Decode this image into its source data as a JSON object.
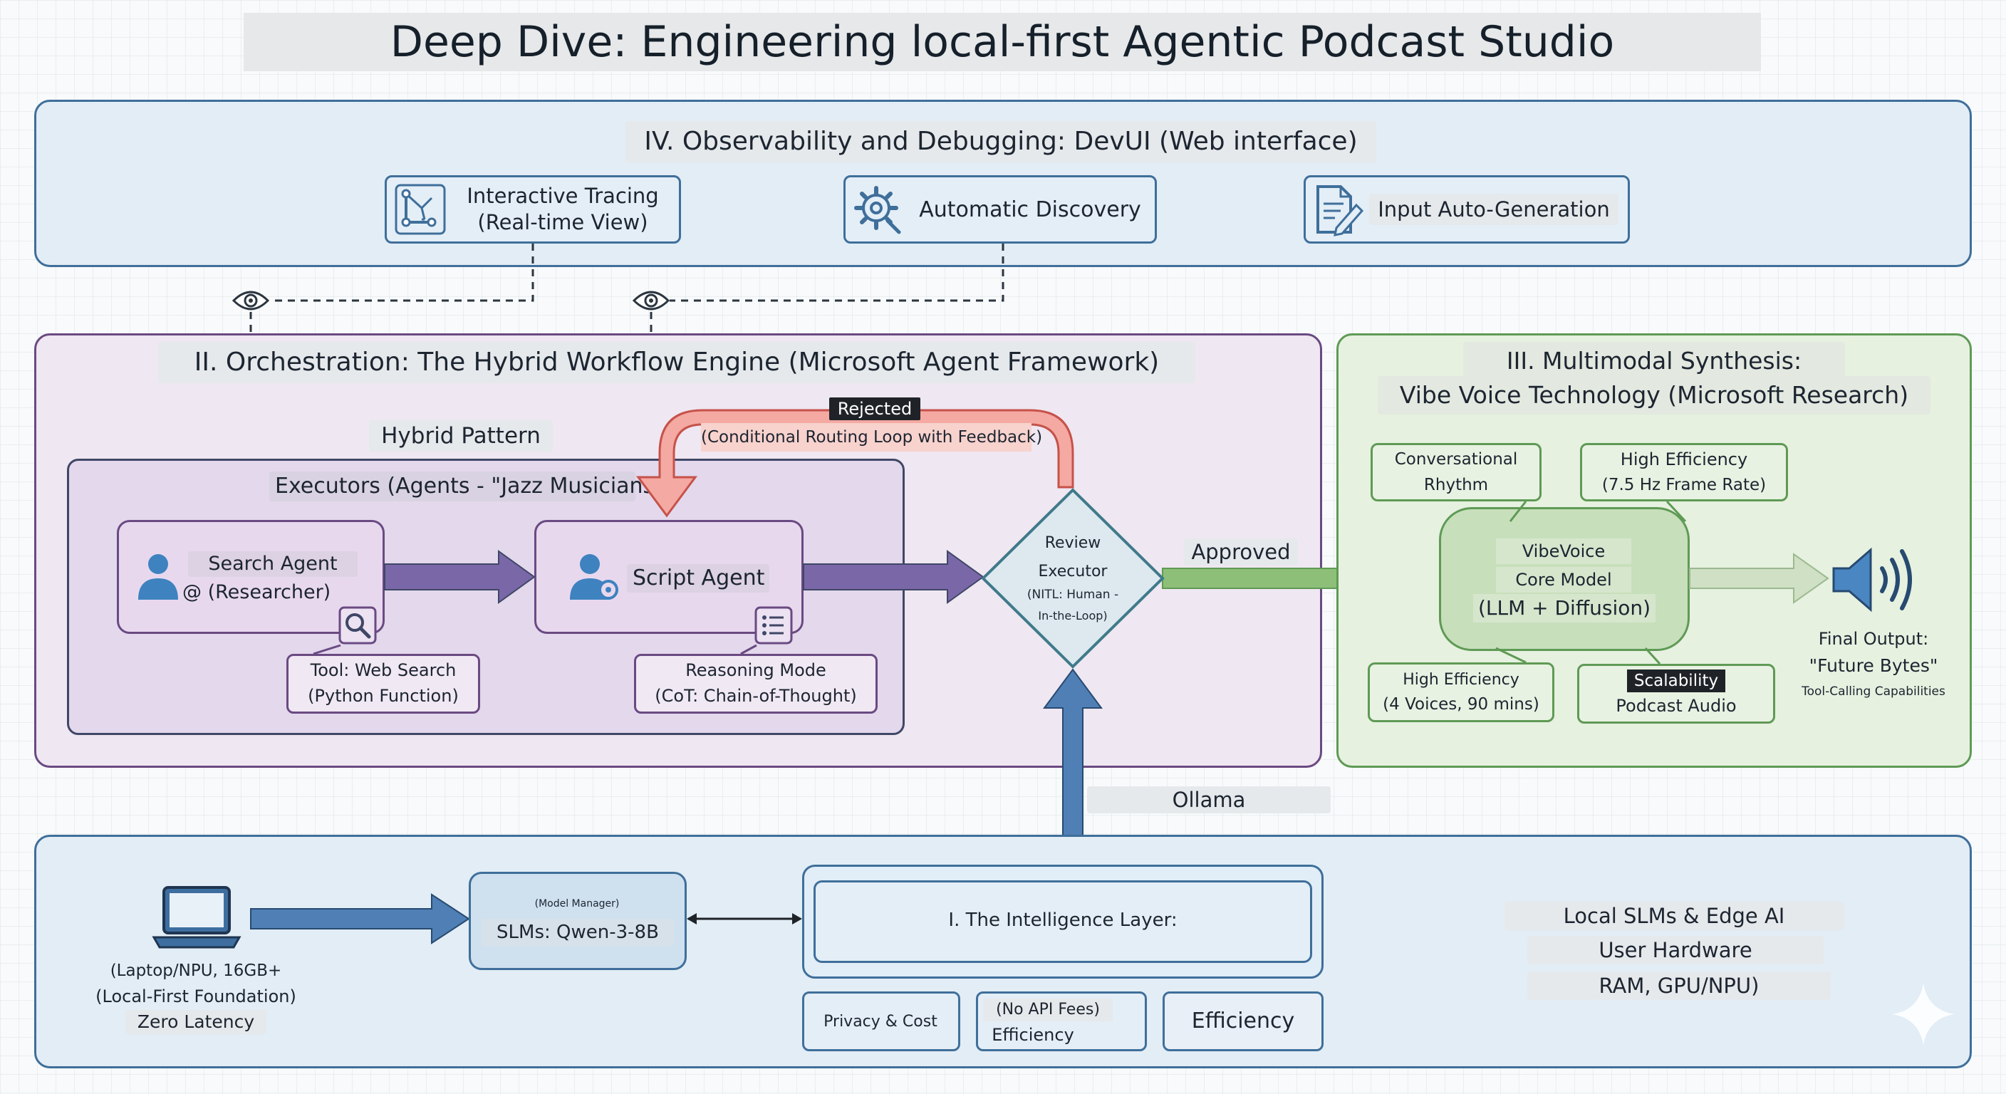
{
  "title": "Deep Dive: Engineering local-first Agentic Podcast Studio",
  "observability": {
    "heading": "IV. Observability and Debugging: DevUI (Web interface)",
    "tracing_line1": "Interactive Tracing",
    "tracing_line2": "(Real-time View)",
    "discovery": "Automatic Discovery",
    "autogen": "Input Auto-Generation"
  },
  "orchestration": {
    "heading": "II. Orchestration: The Hybrid Workflow Engine (Microsoft Agent Framework)",
    "hybrid_pattern": "Hybrid Pattern",
    "executors_heading": "Executors (Agents - \"Jazz Musicians\")",
    "search_agent_line1": "Search Agent",
    "search_agent_line2": "@ (Researcher)",
    "script_agent": "Script Agent",
    "tool_line1": "Tool: Web Search",
    "tool_line2": "(Python Function)",
    "reasoning_line1": "Reasoning Mode",
    "reasoning_line2": "(CoT: Chain-of-Thought)",
    "rejected": "Rejected",
    "loop_label": "(Conditional Routing Loop with Feedback)",
    "review_line1": "Review",
    "review_line2": "Executor",
    "review_line3": "(NITL: Human -",
    "review_line4": "In-the-Loop)",
    "approved": "Approved"
  },
  "synthesis": {
    "heading_line1": "III. Multimodal Synthesis:",
    "heading_line2": "Vibe Voice Technology (Microsoft Research)",
    "conv_line1": "Conversational",
    "conv_line2": "Rhythm",
    "he1_line1": "High Efficiency",
    "he1_line2": "(7.5 Hz Frame Rate)",
    "core_line1": "VibeVoice",
    "core_line2": "Core Model",
    "core_line3": "(LLM + Diffusion)",
    "he2_line1": "High Efficiency",
    "he2_line2": "(4 Voices, 90 mins)",
    "scal_line1": "Scalability",
    "scal_line2": "Podcast Audio",
    "final_line1": "Final Output:",
    "final_line2": "\"Future Bytes\"",
    "final_line3": "Tool-Calling Capabilities"
  },
  "intelligence": {
    "ollama": "Ollama",
    "laptop_line1": "(Laptop/NPU, 16GB+",
    "laptop_line2": "(Local-First Foundation)",
    "laptop_line3": "Zero Latency",
    "model_manager": "(Model Manager)",
    "slm": "SLMs: Qwen-3-8B",
    "layer_title": "I. The Intelligence Layer:",
    "privacy": "Privacy & Cost",
    "noapi_line1": "(No API Fees)",
    "noapi_line2": "Efficiency",
    "efficiency": "Efficiency",
    "local_line1": "Local SLMs & Edge AI",
    "local_line2": "User Hardware",
    "local_line3": "RAM, GPU/NPU)"
  },
  "colors": {
    "observability_fill": "#e2edf6",
    "observability_border": "#3f6f9a",
    "orchestration_fill": "#efe7f1",
    "orchestration_border": "#6a4a82",
    "agent_fill": "#e8d8ee",
    "synthesis_fill": "#e6f1e0",
    "synthesis_border": "#5f9a55",
    "intelligence_fill": "#e2edf6",
    "arrow_purple": "#7a67a8",
    "arrow_green": "#8dbf78",
    "arrow_blue": "#4f7fb4",
    "loop_red": "#e98a82"
  },
  "icons": [
    "trace-icon",
    "gear-icon",
    "document-edit-icon",
    "eye-icon",
    "user-icon",
    "user-gear-icon",
    "magnifier-icon",
    "list-icon",
    "speaker-icon",
    "laptop-icon",
    "sparkle-icon"
  ]
}
